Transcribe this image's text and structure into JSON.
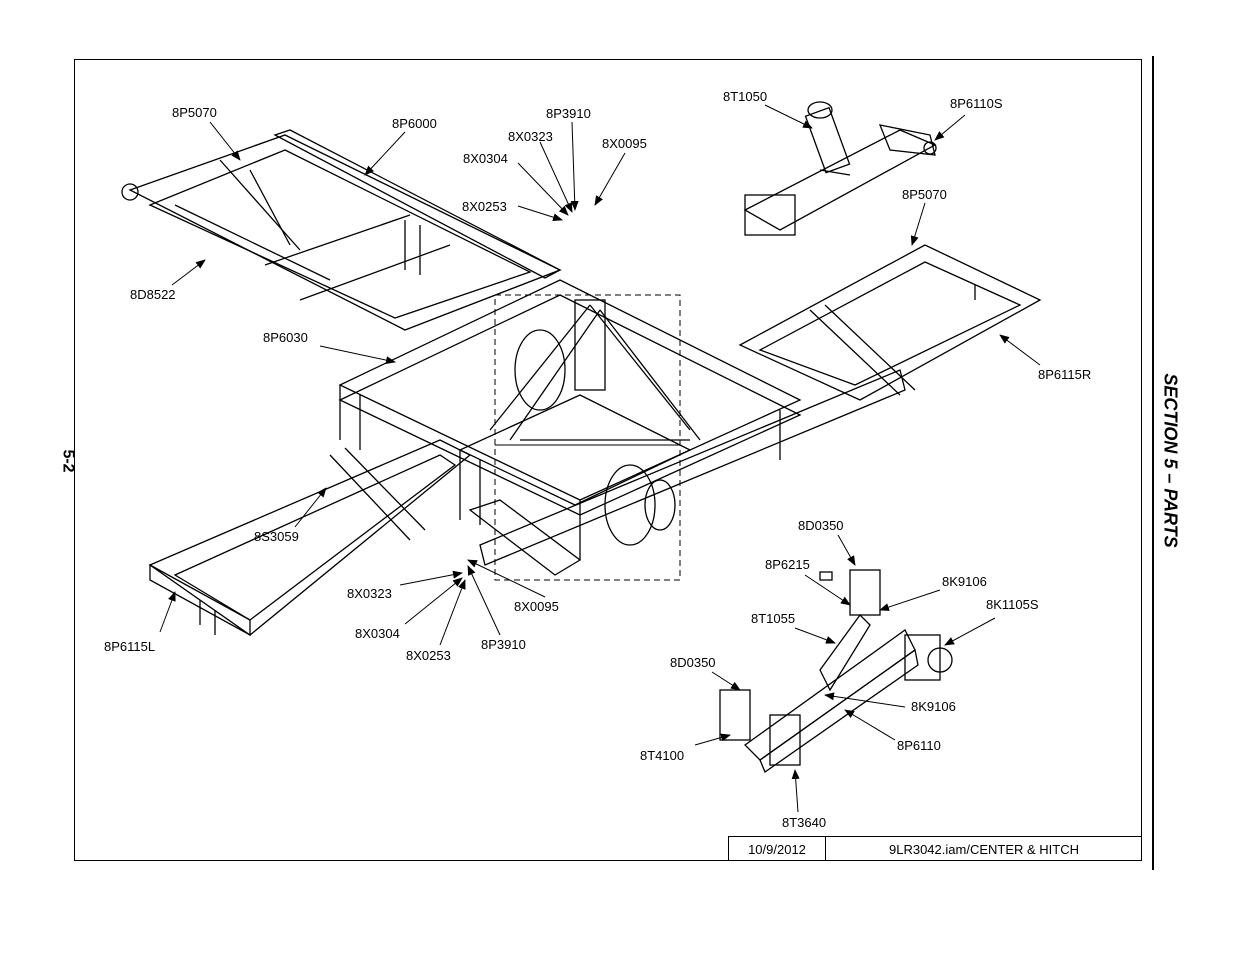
{
  "page": {
    "number": "5-2",
    "section_title": "SECTION 5 – PARTS"
  },
  "title_block": {
    "date": "10/9/2012",
    "file": "9LR3042.iam/CENTER & HITCH"
  },
  "callouts": [
    "8P5070",
    "8P6000",
    "8P3910",
    "8X0323",
    "8X0095",
    "8X0304",
    "8X0253",
    "8D8522",
    "8T1050",
    "8P6110S",
    "8P5070",
    "8P6030",
    "8P6115R",
    "8S3059",
    "8D0350",
    "8P6215",
    "8K9106",
    "8K1105S",
    "8T1055",
    "8X0323",
    "8X0095",
    "8X0304",
    "8X0253",
    "8P3910",
    "8P6115L",
    "8D0350",
    "8K9106",
    "8P6110",
    "8T4100",
    "8T3640"
  ]
}
